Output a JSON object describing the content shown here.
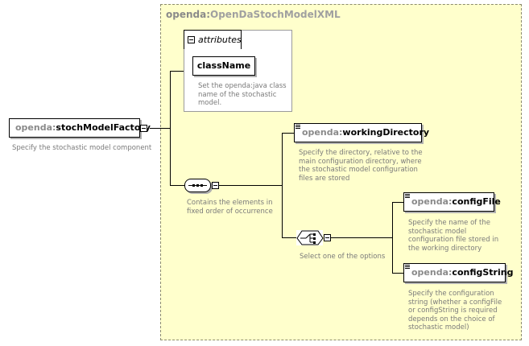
{
  "type_title": {
    "ns": "openda:",
    "name": "OpenDaStochModelXML"
  },
  "attributes": {
    "label": "attributes",
    "attr_name": "className",
    "attr_doc": [
      "Set the openda:java class",
      "name of the stochastic",
      "model."
    ]
  },
  "root": {
    "ns": "openda:",
    "name": "stochModelFactory",
    "doc": "Specify the stochastic model component"
  },
  "sequence": {
    "doc": [
      "Contains the elements in",
      "fixed order of occurrence"
    ]
  },
  "working_directory": {
    "ns": "openda:",
    "name": "workingDirectory",
    "doc": [
      "Specify the directory, relative to the",
      "main configuration directory, where",
      "the stochastic model configuration",
      "files are stored"
    ]
  },
  "choice": {
    "doc": "Select one of the options"
  },
  "config_file": {
    "ns": "openda:",
    "name": "configFile",
    "doc": [
      "Specify the name of the",
      "stochastic model",
      "configuration file stored in",
      "the working directory"
    ]
  },
  "config_string": {
    "ns": "openda:",
    "name": "configString",
    "doc": [
      "Specify the configuration",
      "string (whether a configFile",
      "or configString is required",
      "depends on the choice of",
      "stochastic model)"
    ]
  }
}
